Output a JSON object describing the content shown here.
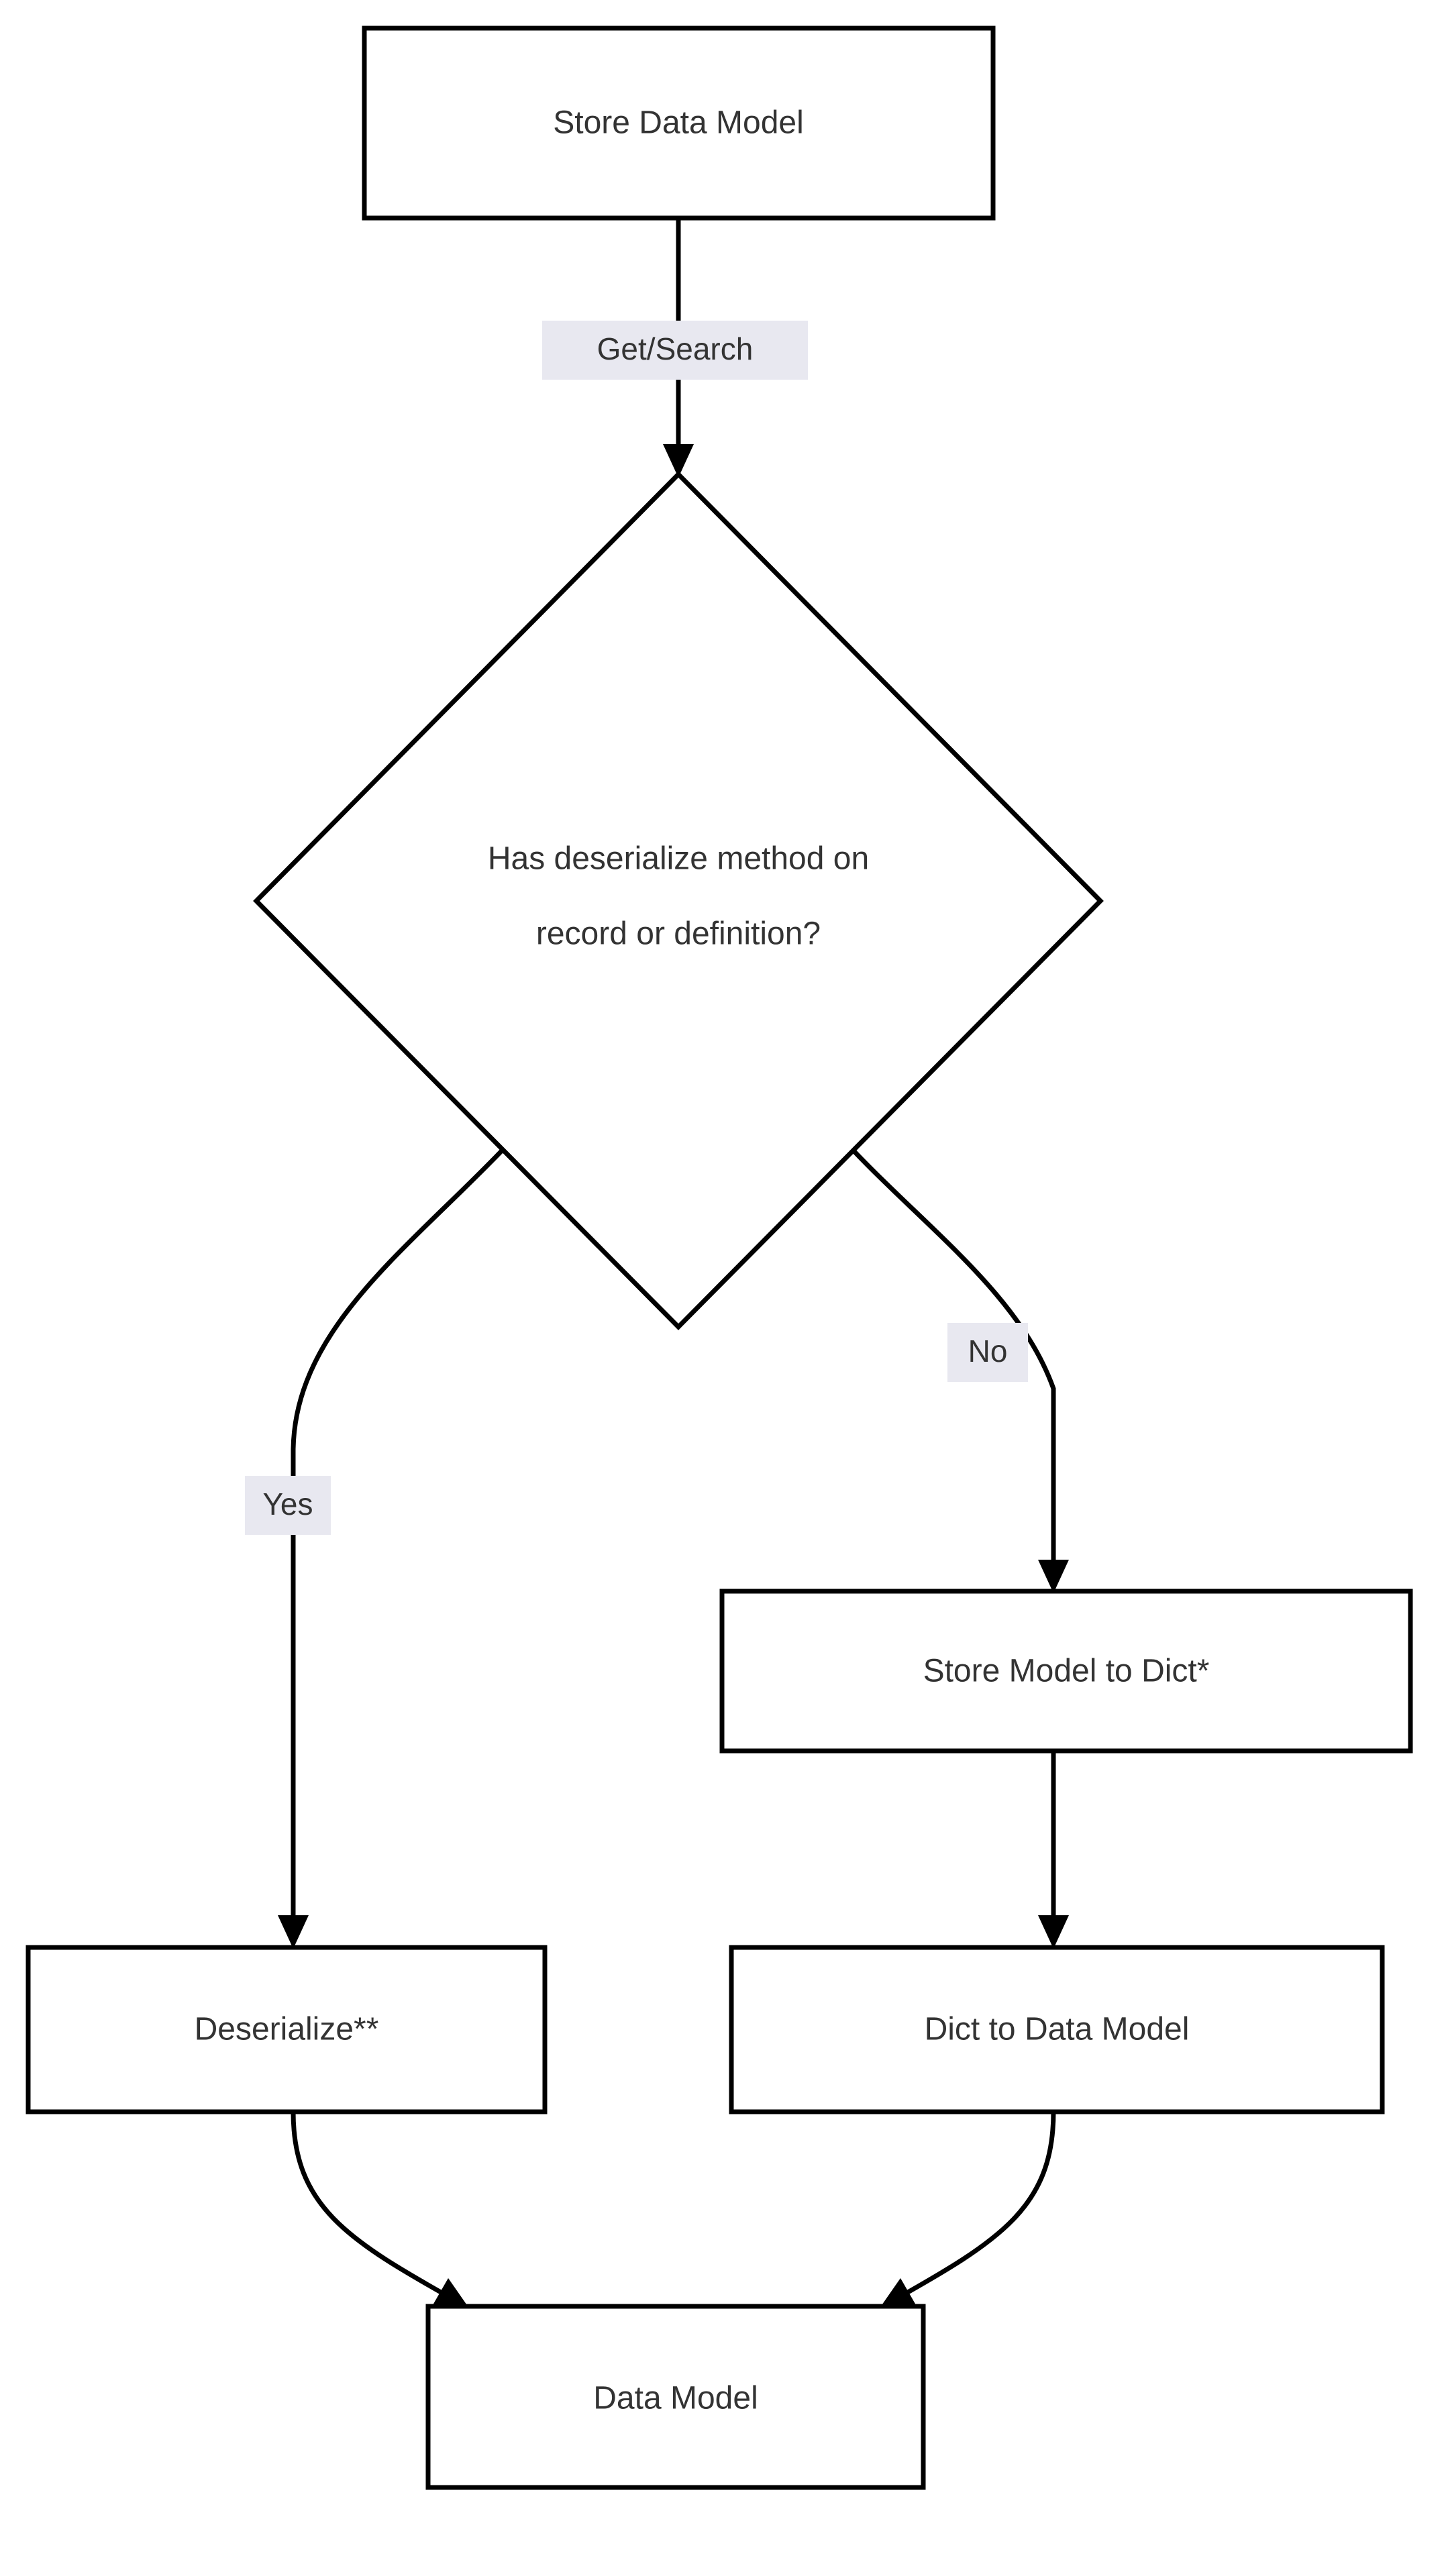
{
  "diagram": {
    "type": "flowchart",
    "orientation": "top-to-bottom",
    "background_color": "#ffffff",
    "node_fill": "#ffffff",
    "node_stroke": "#000000",
    "text_color": "#333333",
    "edge_label_background": "#e8e8f0",
    "nodes": [
      {
        "id": "store-data-model",
        "shape": "rectangle",
        "label": "Store Data Model"
      },
      {
        "id": "has-deserialize-method",
        "shape": "diamond",
        "label_line1": "Has deserialize method on",
        "label_line2": "record or definition?"
      },
      {
        "id": "store-model-to-dict",
        "shape": "rectangle",
        "label": "Store Model to Dict*"
      },
      {
        "id": "deserialize",
        "shape": "rectangle",
        "label": "Deserialize**"
      },
      {
        "id": "dict-to-data-model",
        "shape": "rectangle",
        "label": "Dict to Data Model"
      },
      {
        "id": "data-model",
        "shape": "rectangle",
        "label": "Data Model"
      }
    ],
    "edges": [
      {
        "from": "store-data-model",
        "to": "has-deserialize-method",
        "label": "Get/Search"
      },
      {
        "from": "has-deserialize-method",
        "to": "deserialize",
        "label": "Yes"
      },
      {
        "from": "has-deserialize-method",
        "to": "store-model-to-dict",
        "label": "No"
      },
      {
        "from": "store-model-to-dict",
        "to": "dict-to-data-model",
        "label": ""
      },
      {
        "from": "deserialize",
        "to": "data-model",
        "label": ""
      },
      {
        "from": "dict-to-data-model",
        "to": "data-model",
        "label": ""
      }
    ]
  }
}
